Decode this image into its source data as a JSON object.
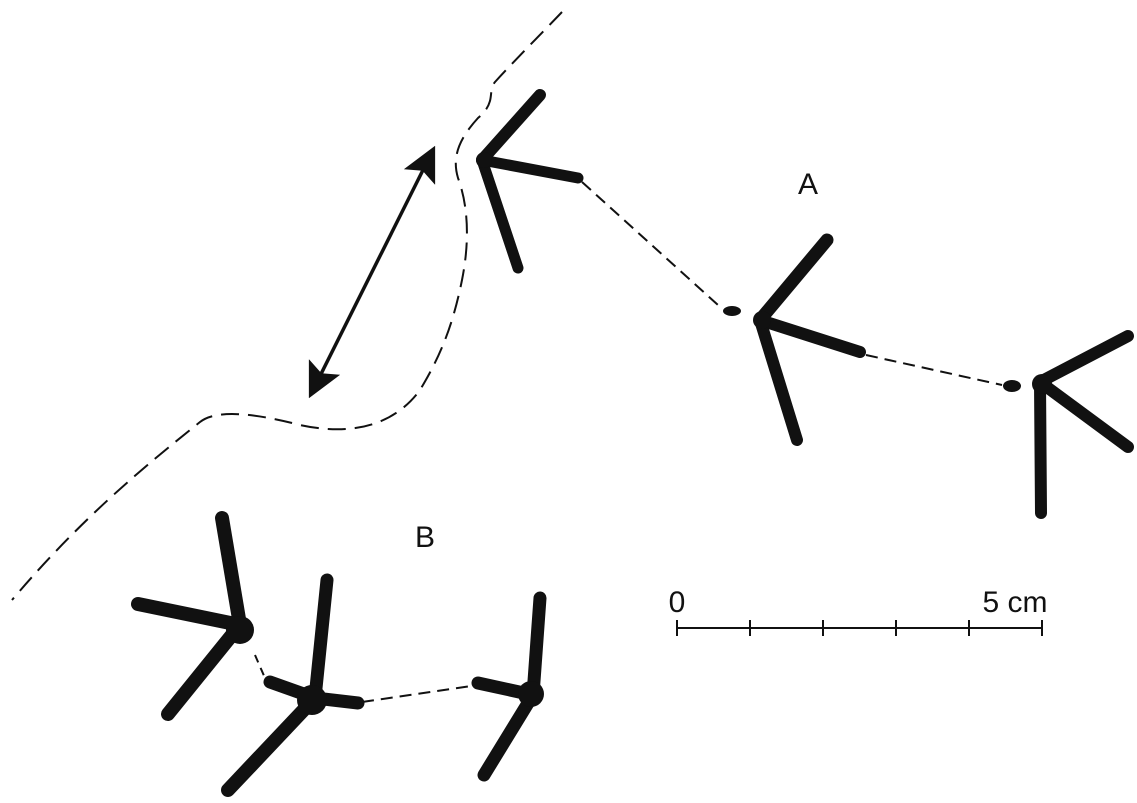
{
  "labels": {
    "trackway_a": "A",
    "trackway_b": "B"
  },
  "scale_bar": {
    "start_label": "0",
    "end_label": "5 cm",
    "divisions": 5
  },
  "colors": {
    "ink": "#111111",
    "background": "#ffffff"
  }
}
